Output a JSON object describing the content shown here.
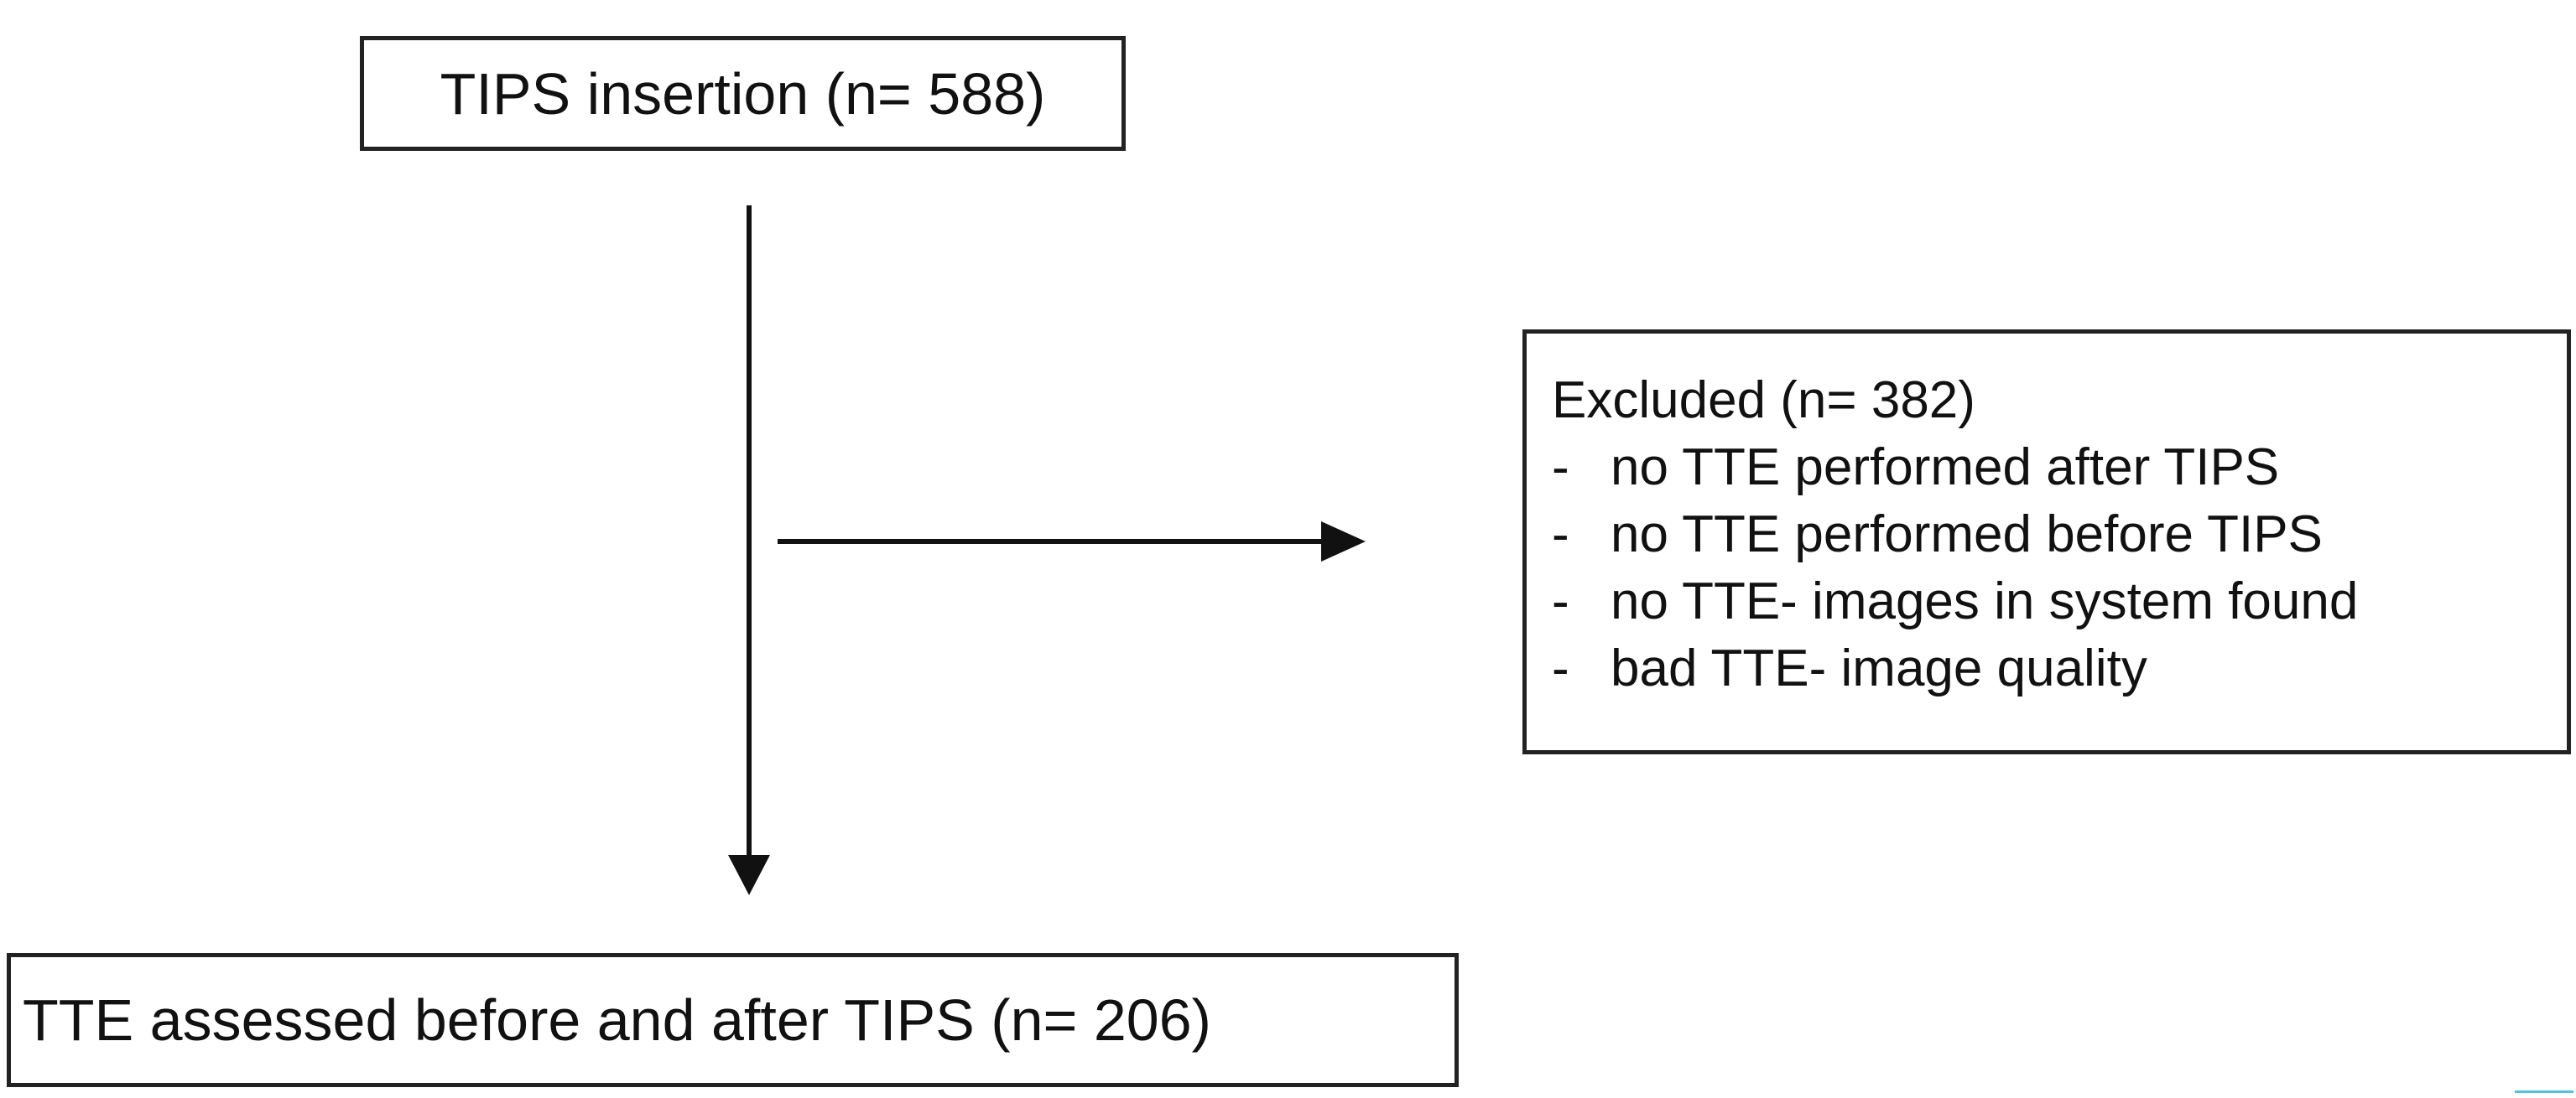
{
  "nodes": {
    "top": {
      "text": "TIPS insertion (n= 588)"
    },
    "excluded": {
      "heading": "Excluded (n= 382)",
      "bullet": "-",
      "items": [
        "no TTE performed after TIPS",
        "no TTE performed before TIPS",
        "no TTE- images in system found",
        "bad TTE- image quality"
      ]
    },
    "bottom": {
      "text": "TTE assessed before and after TIPS (n= 206)"
    }
  },
  "colors": {
    "line": "#111111",
    "box_border": "#222222",
    "accent_mark": "#4fc3e0"
  }
}
